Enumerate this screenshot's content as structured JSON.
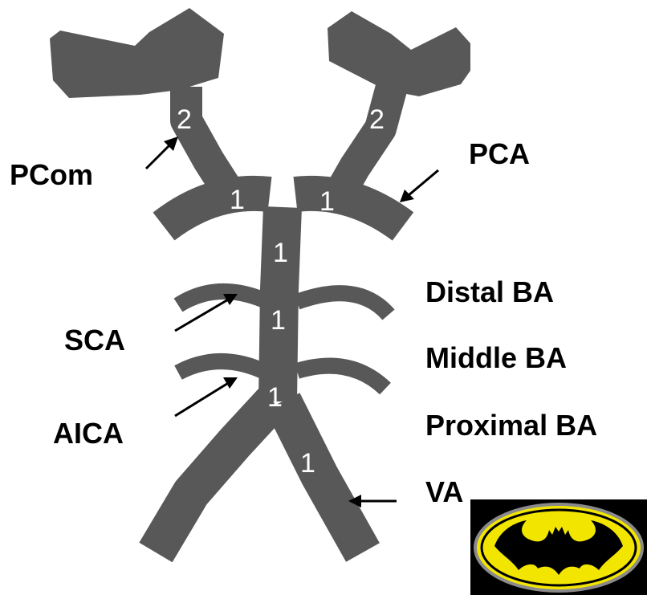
{
  "labels": {
    "pcom": "PCom",
    "pca": "PCA",
    "distal_ba": "Distal BA",
    "sca": "SCA",
    "middle_ba": "Middle BA",
    "aica": "AICA",
    "proximal_ba": "Proximal BA",
    "va": "VA"
  },
  "segment_numbers": {
    "left_pcom": "2",
    "right_pcom": "2",
    "left_p1": "1",
    "right_p1": "1",
    "distal_ba": "1",
    "middle_ba": "1",
    "proximal_ba": "1",
    "right_va": "1"
  },
  "colors": {
    "vessel": "#585858",
    "label": "#000000",
    "segment_number": "#ffffff",
    "logo_yellow": "#f2e600",
    "logo_black": "#000000"
  },
  "logo": {
    "name": "batman-logo-icon"
  }
}
